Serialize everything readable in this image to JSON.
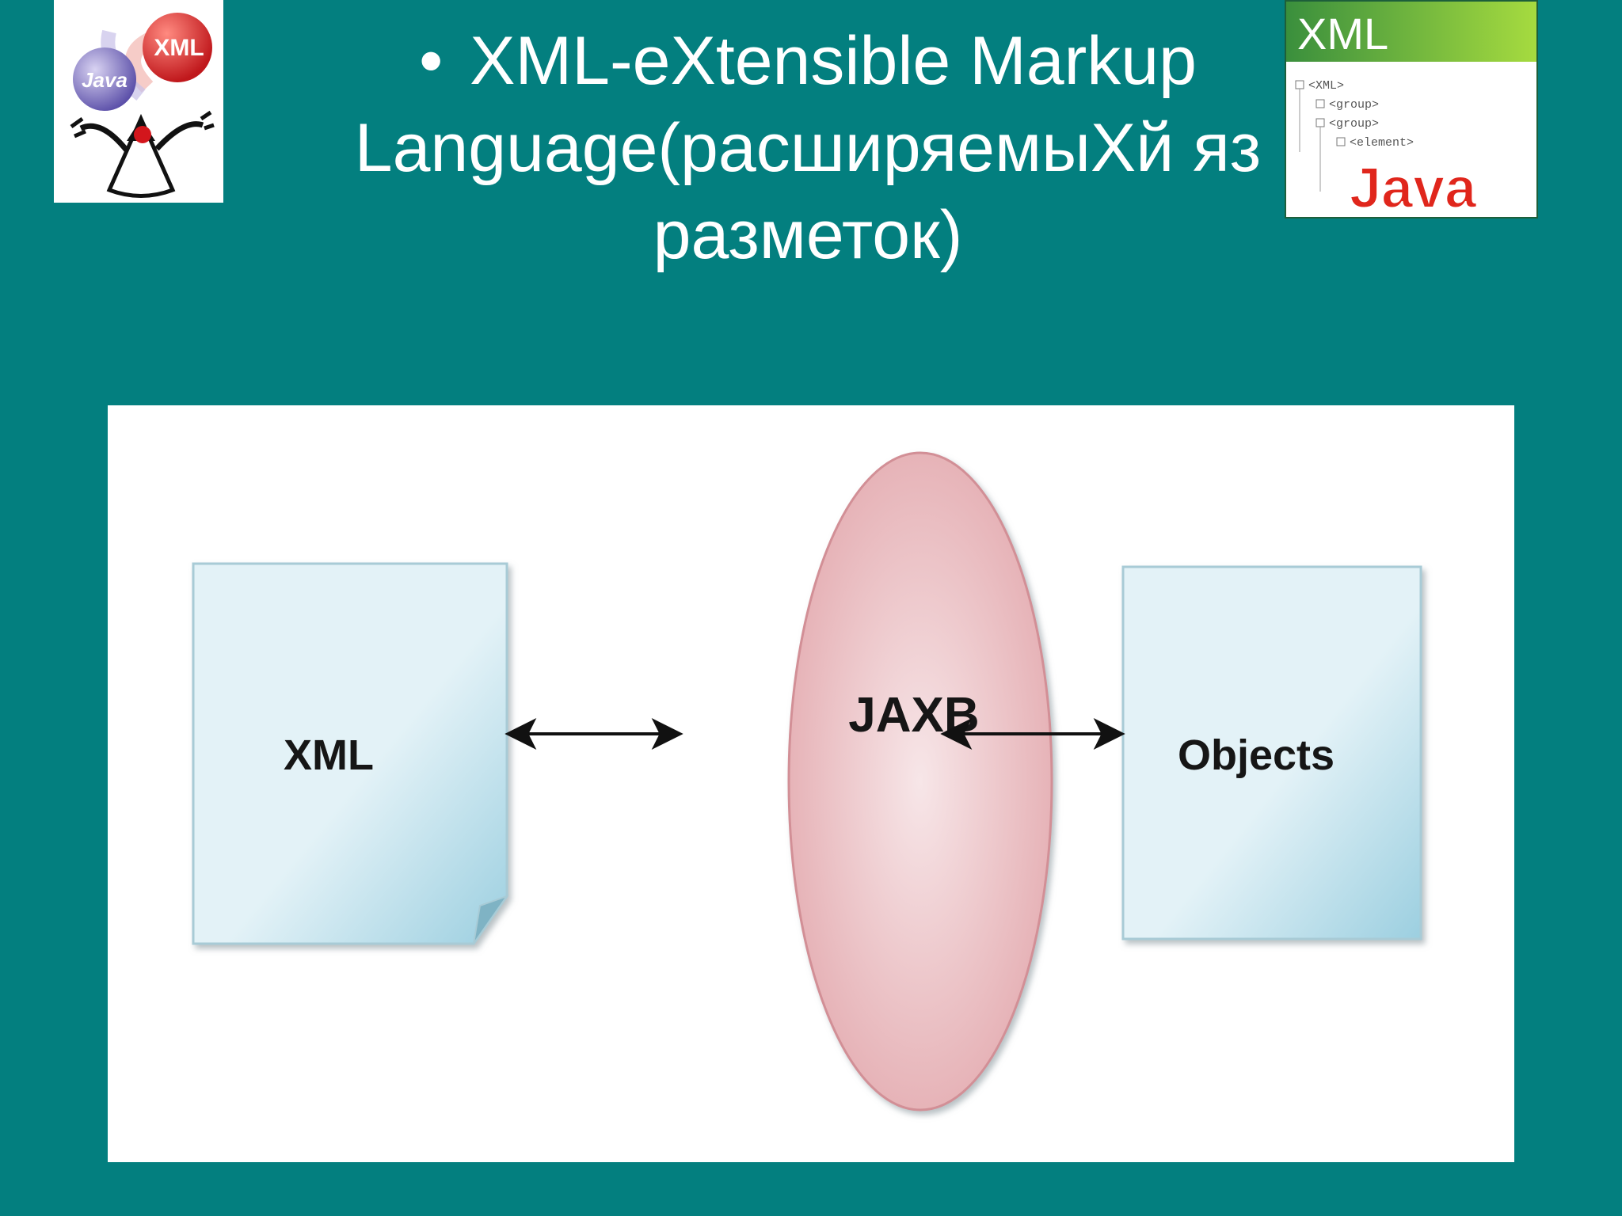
{
  "slide": {
    "bullet": "•",
    "title_line1": "XML-eXtensible Markup",
    "title_line2": "Language(расширяемыXй яз",
    "title_line3": "разметок)"
  },
  "logos": {
    "left": {
      "icon": "java-duke-xml-mascot-icon",
      "java_text": "Java",
      "xml_text": "XML"
    },
    "right": {
      "icon": "xml-tree-java-logo-icon",
      "xml_text": "XML",
      "tree_lines": [
        "<XML>",
        "<group>",
        "<group>",
        "<element>"
      ],
      "java_text": "Java"
    }
  },
  "diagram": {
    "nodes": [
      {
        "id": "xml",
        "label": "XML",
        "shape": "document"
      },
      {
        "id": "jaxb",
        "label": "JAXB",
        "shape": "ellipse"
      },
      {
        "id": "objects",
        "label": "Objects",
        "shape": "rectangle"
      }
    ],
    "edges": [
      {
        "from": "xml",
        "to": "jaxb",
        "direction": "bidirectional"
      },
      {
        "from": "jaxb",
        "to": "objects",
        "direction": "bidirectional"
      }
    ],
    "colors": {
      "box_fill_light": "#e3f2f7",
      "box_fill_dark": "#9ccfe0",
      "ellipse_fill_light": "#f7e6e8",
      "ellipse_fill_dark": "#e3a9ae",
      "arrow": "#111111"
    }
  }
}
